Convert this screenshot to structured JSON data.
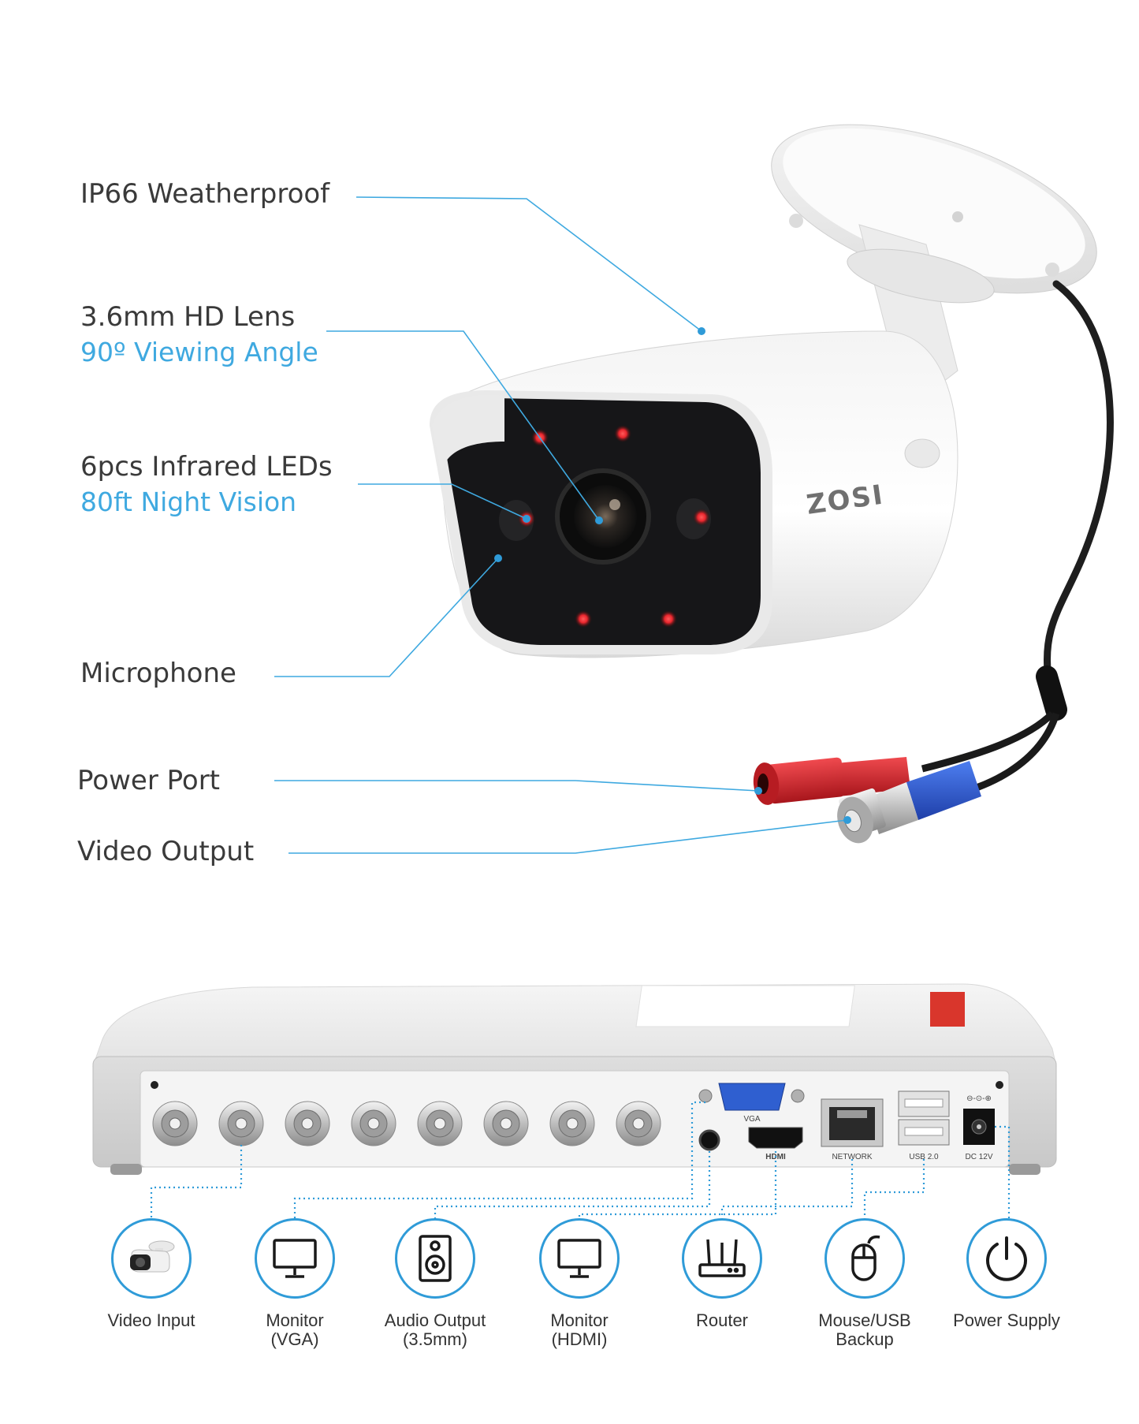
{
  "camera": {
    "brand": "ZOSI",
    "callouts": [
      {
        "title": "IP66 Weatherproof",
        "sub": ""
      },
      {
        "title": "3.6mm HD Lens",
        "sub": "90º Viewing Angle"
      },
      {
        "title": "6pcs Infrared LEDs",
        "sub": "80ft Night Vision"
      },
      {
        "title": "Microphone",
        "sub": ""
      },
      {
        "title": "Power Port",
        "sub": ""
      },
      {
        "title": "Video Output",
        "sub": ""
      }
    ]
  },
  "dvr": {
    "ports": {
      "vga": "VGA",
      "hdmi": "HDMI",
      "network": "NETWORK",
      "usb": "USB 2.0",
      "dc": "DC 12V"
    },
    "connections": [
      {
        "label": "Video Input",
        "icon": "camera-icon"
      },
      {
        "label": "Monitor\n(VGA)",
        "icon": "monitor-icon"
      },
      {
        "label": "Audio Output\n(3.5mm)",
        "icon": "speaker-icon"
      },
      {
        "label": "Monitor\n(HDMI)",
        "icon": "monitor-icon"
      },
      {
        "label": "Router",
        "icon": "router-icon"
      },
      {
        "label": "Mouse/USB\nBackup",
        "icon": "mouse-icon"
      },
      {
        "label": "Power Supply",
        "icon": "power-icon"
      }
    ]
  },
  "colors": {
    "accent": "#3fa9e0",
    "text": "#3a3a3a",
    "ir_led": "#e8262d",
    "power_plug": "#d8262f",
    "video_plug": "#2f5fd0"
  }
}
